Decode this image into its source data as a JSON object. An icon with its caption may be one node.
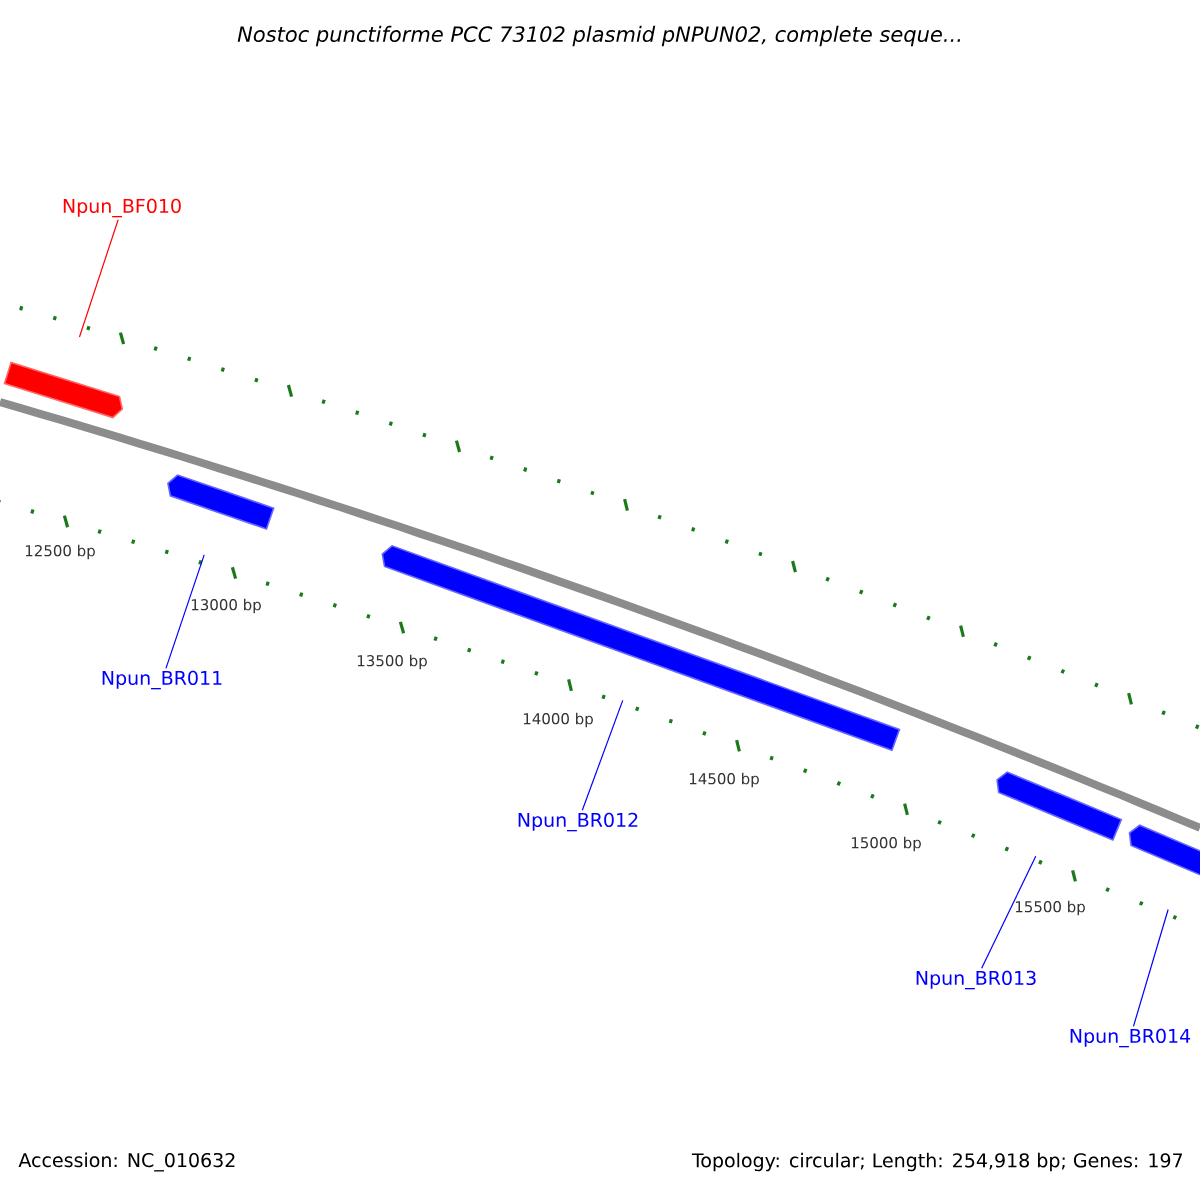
{
  "diagram": {
    "title": "Nostoc punctiforme PCC 73102 plasmid pNPUN02, complete seque...",
    "nodes": [
      {
        "text": [
          "Npun_BF010"
        ]
      },
      {
        "text": [],
        "shape": "bar"
      },
      {
        "text": [],
        "shape": "bar"
      },
      {
        "text": [],
        "shape": "bar"
      },
      {
        "text": [],
        "shape": "bar"
      },
      {
        "text": [],
        "shape": "bar"
      },
      {
        "text": [
          "Npun_BR011"
        ]
      },
      {
        "text": [
          "Npun_BR012"
        ]
      },
      {
        "text": [
          "Npun_BR013"
        ]
      },
      {
        "text": [
          "Npun_BR014"
        ]
      }
    ],
    "edges": [
      {
        "from": 0,
        "to": 1,
        "arrow": "none",
        "color": "#ff0000"
      },
      {
        "from": 6,
        "to": 2,
        "arrow": "none"
      },
      {
        "from": 7,
        "to": 3,
        "arrow": "none"
      },
      {
        "from": 8,
        "to": 4,
        "arrow": "none"
      },
      {
        "from": 9,
        "to": 5,
        "arrow": "none"
      }
    ],
    "labels": [
      "12500 bp",
      "13000 bp",
      "13500 bp",
      "14000 bp",
      "14500 bp",
      "15000 bp",
      "15500 bp",
      "Accession: NC_010632",
      "Topology: circular; Length: 254,918 bp; Genes: 197"
    ]
  }
}
